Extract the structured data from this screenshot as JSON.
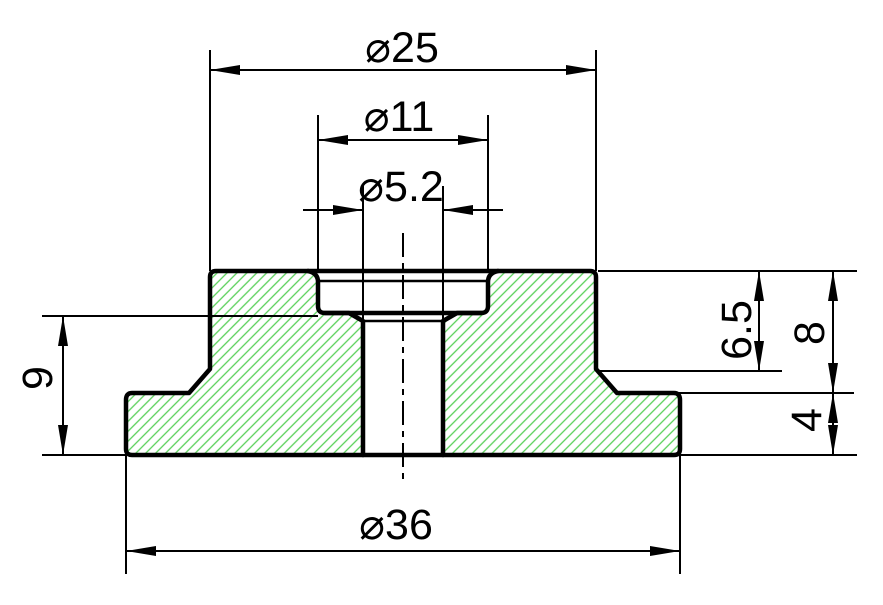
{
  "drawing": {
    "dimension_labels": {
      "dia_top": "⌀25",
      "dia_counterbore": "⌀11",
      "dia_hole": "⌀5.2",
      "dia_base": "⌀36",
      "height_counterbore_floor": "9",
      "height_cylinder": "6.5",
      "height_upper": "8",
      "height_flange": "4"
    },
    "colors": {
      "ink": "#000000",
      "hatch": "#58d058",
      "background": "#ffffff"
    }
  }
}
